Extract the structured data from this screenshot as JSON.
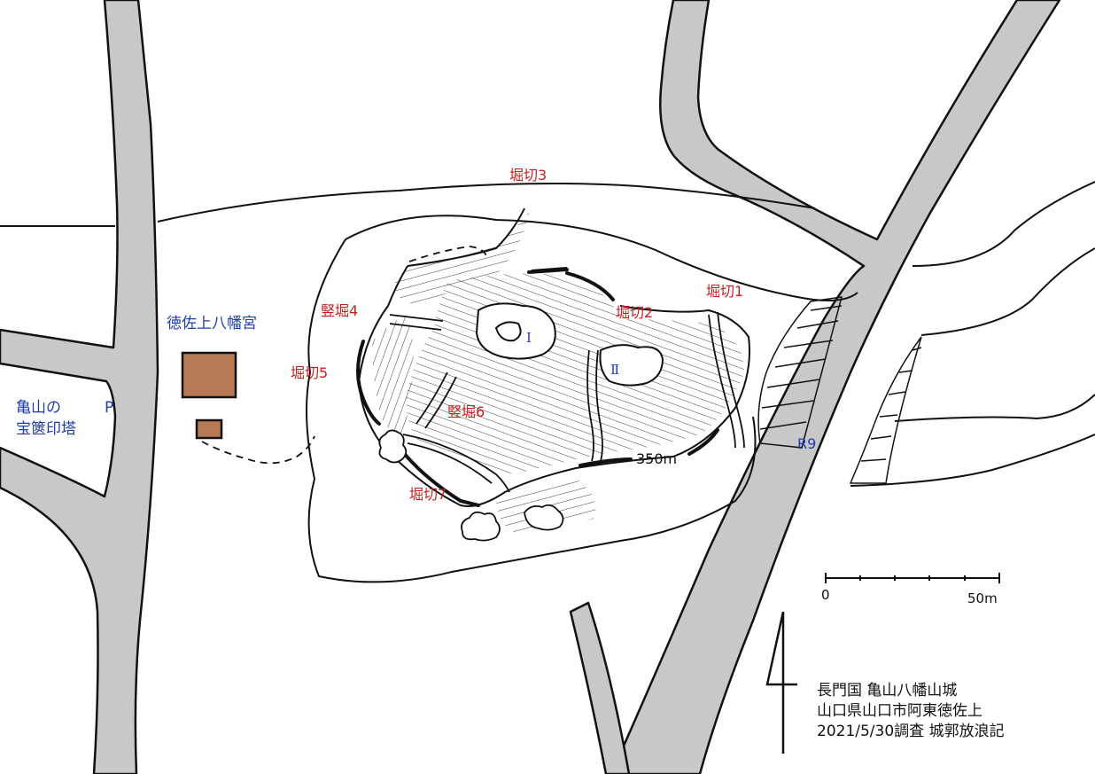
{
  "map": {
    "roads": {
      "route_label": "R9"
    },
    "features": {
      "shrine_name": "徳佐上八幡宮",
      "pagoda_line1": "亀山の",
      "pagoda_letter": "P",
      "pagoda_line2": "宝篋印塔",
      "bailey_1": "Ⅰ",
      "bailey_2": "Ⅱ",
      "elevation": "350m"
    },
    "moats": {
      "horikiri_1": "堀切1",
      "horikiri_2": "堀切2",
      "horikiri_3": "堀切3",
      "horikiri_5": "堀切5",
      "horikiri_7": "堀切7",
      "tatebori_4": "竪堀4",
      "tatebori_6": "竪堀6"
    },
    "scale": {
      "start": "0",
      "end": "50m"
    },
    "credit": {
      "line1": "長門国 亀山八幡山城",
      "line2": "山口県山口市阿東徳佐上",
      "line3": "2021/5/30調査 城郭放浪記"
    },
    "colors": {
      "road_fill": "#c8c8c8",
      "shrine_fill": "#b87a55",
      "label_red": "#c81e1e",
      "label_blue": "#1f3ea8"
    }
  }
}
